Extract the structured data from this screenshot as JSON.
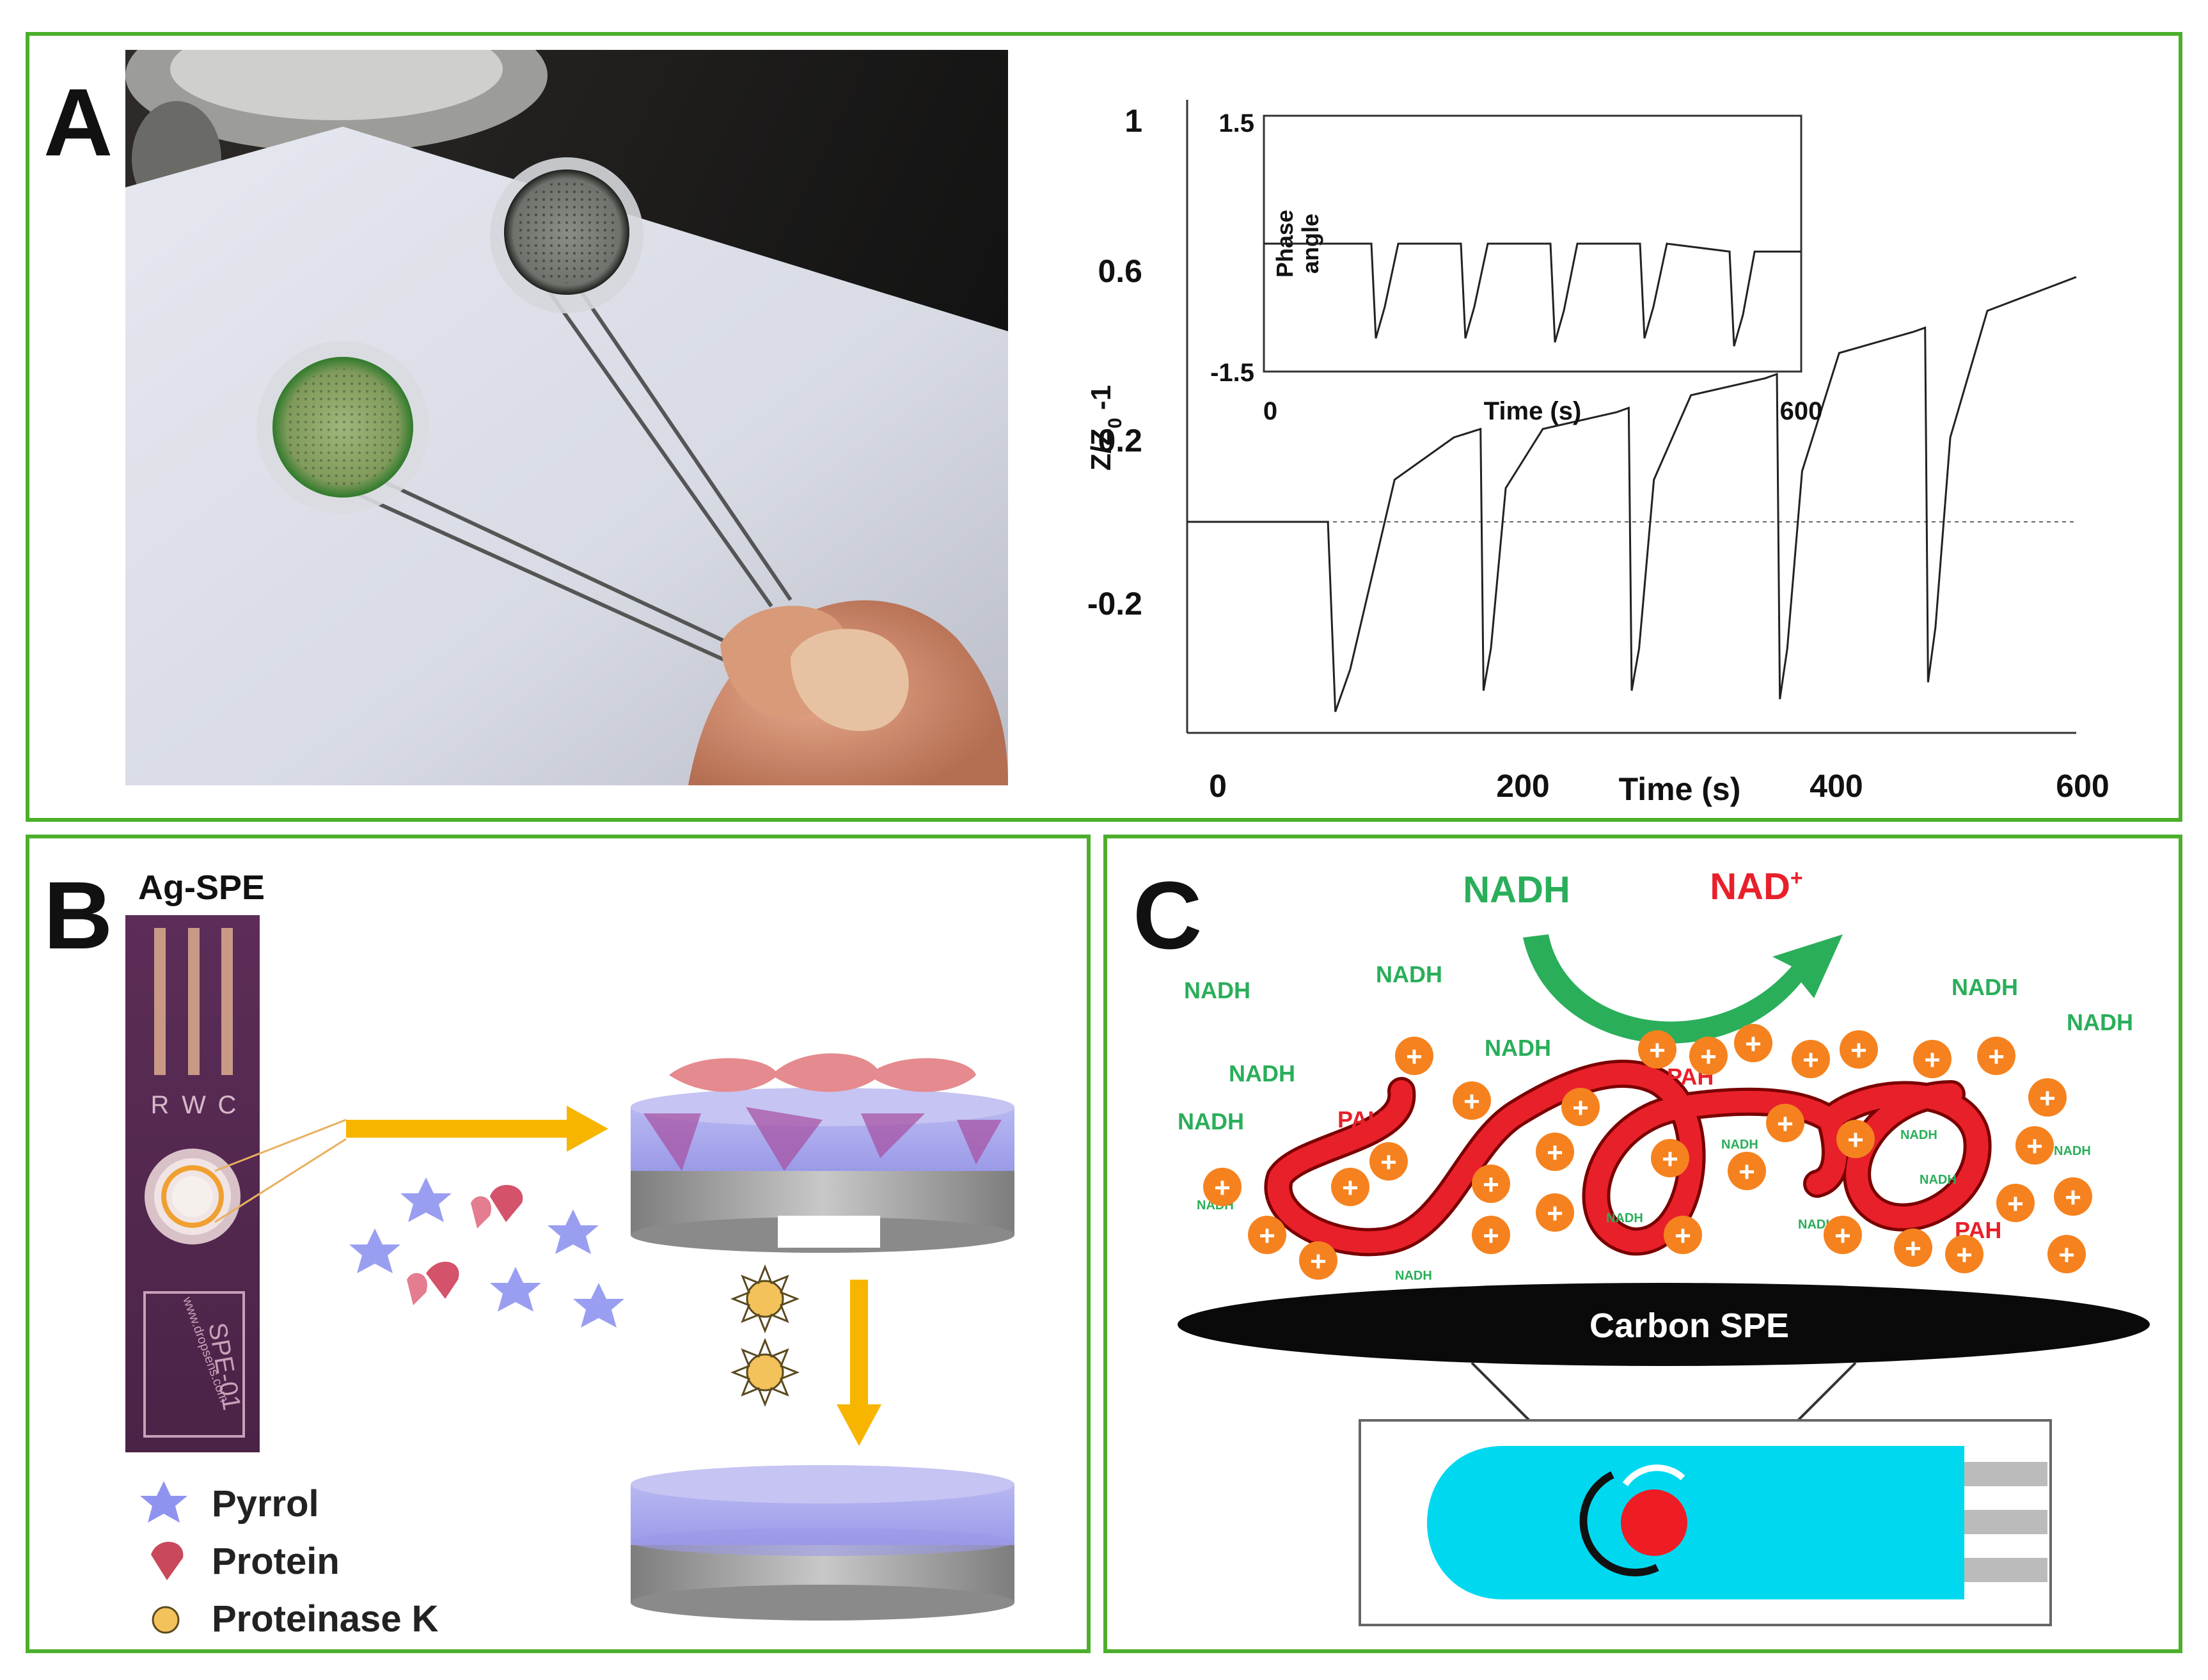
{
  "panels": {
    "a": {
      "letter": "A"
    },
    "b": {
      "letter": "B"
    },
    "c": {
      "letter": "C"
    }
  },
  "panelA": {
    "main_chart": {
      "ylabel_main": "Z/Z",
      "ylabel_sub": "0",
      "ylabel_tail": " -1",
      "xlabel": "Time (s)",
      "yticks": [
        "1",
        "0.6",
        "0.2",
        "-0.2"
      ],
      "xticks": [
        "0",
        "200",
        "400",
        "600"
      ]
    },
    "inset": {
      "ylabel_line1": "Phase",
      "ylabel_line2": "angle",
      "xlabel": "Time (s)",
      "yticks": [
        "1.5",
        "-1.5"
      ],
      "xticks": [
        "0",
        "600"
      ]
    }
  },
  "chart_data": [
    {
      "type": "line",
      "xlabel": "Time (s)",
      "ylabel": "Z/Z0 -1",
      "xlim": [
        0,
        600
      ],
      "ylim": [
        -0.5,
        1.0
      ],
      "x": [
        0,
        95,
        100,
        110,
        140,
        180,
        198,
        200,
        205,
        215,
        240,
        290,
        298,
        300,
        305,
        315,
        340,
        390,
        398,
        400,
        405,
        415,
        440,
        490,
        498,
        500,
        505,
        515,
        540,
        600
      ],
      "y": [
        0,
        0,
        -0.45,
        -0.35,
        0.1,
        0.2,
        0.22,
        -0.4,
        -0.3,
        0.08,
        0.22,
        0.26,
        0.27,
        -0.4,
        -0.3,
        0.1,
        0.3,
        0.34,
        0.35,
        -0.42,
        -0.3,
        0.12,
        0.4,
        0.45,
        0.46,
        -0.38,
        -0.25,
        0.2,
        0.5,
        0.58
      ],
      "baseline": 0
    },
    {
      "type": "line",
      "xlabel": "Time (s)",
      "ylabel": "Phase angle",
      "xlim": [
        0,
        600
      ],
      "ylim": [
        -1.5,
        1.5
      ],
      "x": [
        0,
        120,
        125,
        135,
        150,
        220,
        225,
        235,
        250,
        320,
        325,
        335,
        350,
        420,
        425,
        435,
        450,
        520,
        525,
        535,
        548,
        600
      ],
      "y": [
        0,
        0,
        -1.2,
        -0.8,
        0,
        0,
        -1.2,
        -0.8,
        0,
        0,
        -1.25,
        -0.85,
        0,
        0,
        -1.2,
        -0.8,
        0,
        -0.1,
        -1.3,
        -0.9,
        -0.1,
        -0.1
      ]
    }
  ],
  "panelB": {
    "device_label": "Ag-SPE",
    "electrode_letters": [
      "R",
      "W",
      "C"
    ],
    "chip_text_1": "www.dropsens.com",
    "chip_text_2": "SPE-01",
    "legend": [
      {
        "label": "Pyrrol",
        "color": "#8f93ef"
      },
      {
        "label": "Protein",
        "color": "#c9485a"
      },
      {
        "label": "Proteinase K",
        "color": "#f3c25a"
      }
    ]
  },
  "panelC": {
    "nadh_top": "NADH",
    "nad_top": "NAD",
    "nad_sup": "+",
    "electrode": "Carbon SPE",
    "pah": "PAH",
    "nadh": "NADH",
    "plus": "+"
  },
  "colors": {
    "border": "#4caf2b",
    "nadh": "#2aae5a",
    "pah": "#e8202a",
    "plus_fill": "#f5821f",
    "strip": "#00d8f0"
  }
}
